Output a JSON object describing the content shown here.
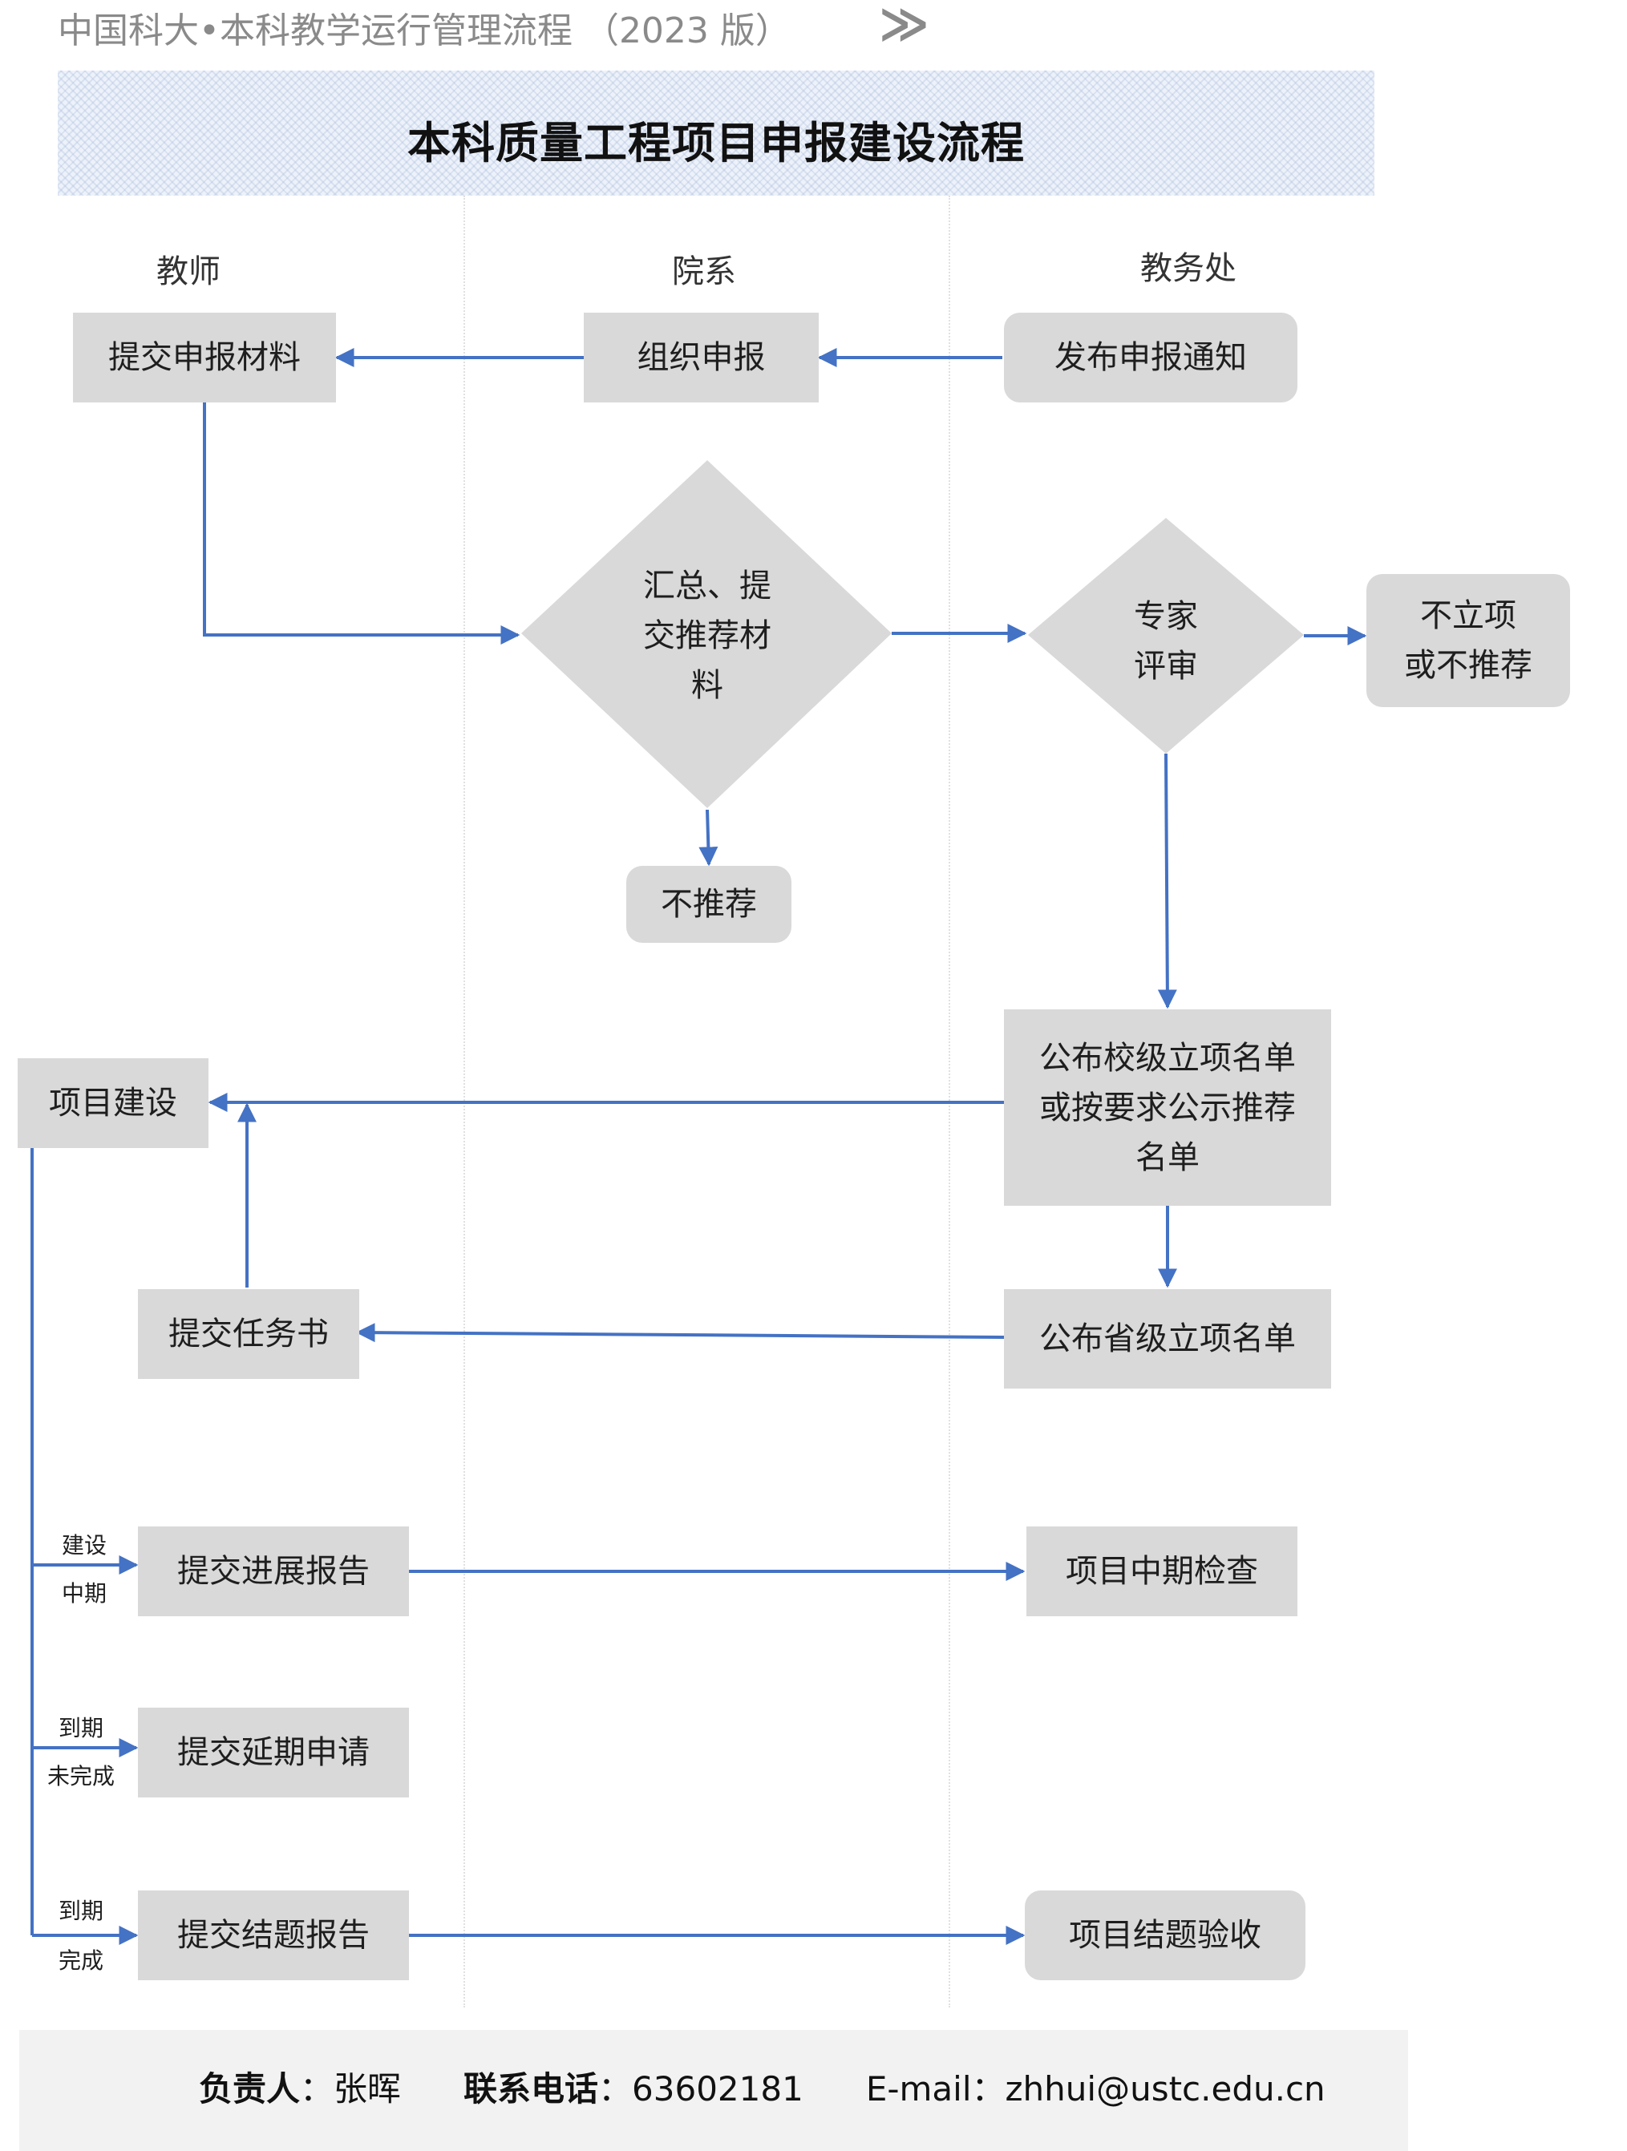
{
  "header": {
    "doc_title": "中国科大•本科教学运行管理流程 （2023 版）",
    "chevron": "≫"
  },
  "title": "本科质量工程项目申报建设流程",
  "lanes": {
    "teacher": "教师",
    "department": "院系",
    "academic_office": "教务处"
  },
  "nodes": {
    "submit_materials": "提交申报材料",
    "organize": "组织申报",
    "publish_notice": "发布申报通知",
    "summarize": [
      "汇总、提",
      "交推荐材",
      "料"
    ],
    "expert_review": [
      "专家",
      "评审"
    ],
    "not_approved": [
      "不立项",
      "或不推荐"
    ],
    "not_recommend": "不推荐",
    "publish_school_list": [
      "公布校级立项名单",
      "或按要求公示推荐",
      "名单"
    ],
    "project_construction": "项目建设",
    "submit_task": "提交任务书",
    "publish_province_list": "公布省级立项名单",
    "submit_progress": "提交进展报告",
    "midterm_check": "项目中期检查",
    "submit_extension": "提交延期申请",
    "submit_final": "提交结题报告",
    "final_acceptance": "项目结题验收"
  },
  "branch_labels": {
    "mid_1": "建设",
    "mid_2": "中期",
    "due_unfinished_1": "到期",
    "due_unfinished_2": "未完成",
    "due_finished_1": "到期",
    "due_finished_2": "完成"
  },
  "footer": {
    "person_label": "负责人",
    "person": "：张晖",
    "phone_label": "联系电话",
    "phone": "：63602181",
    "email": "E-mail：zhhui@ustc.edu.cn"
  },
  "colors": {
    "node_fill": "#d9d9d9",
    "arrow": "#4472c4",
    "footer_bg": "#f2f2f2"
  }
}
